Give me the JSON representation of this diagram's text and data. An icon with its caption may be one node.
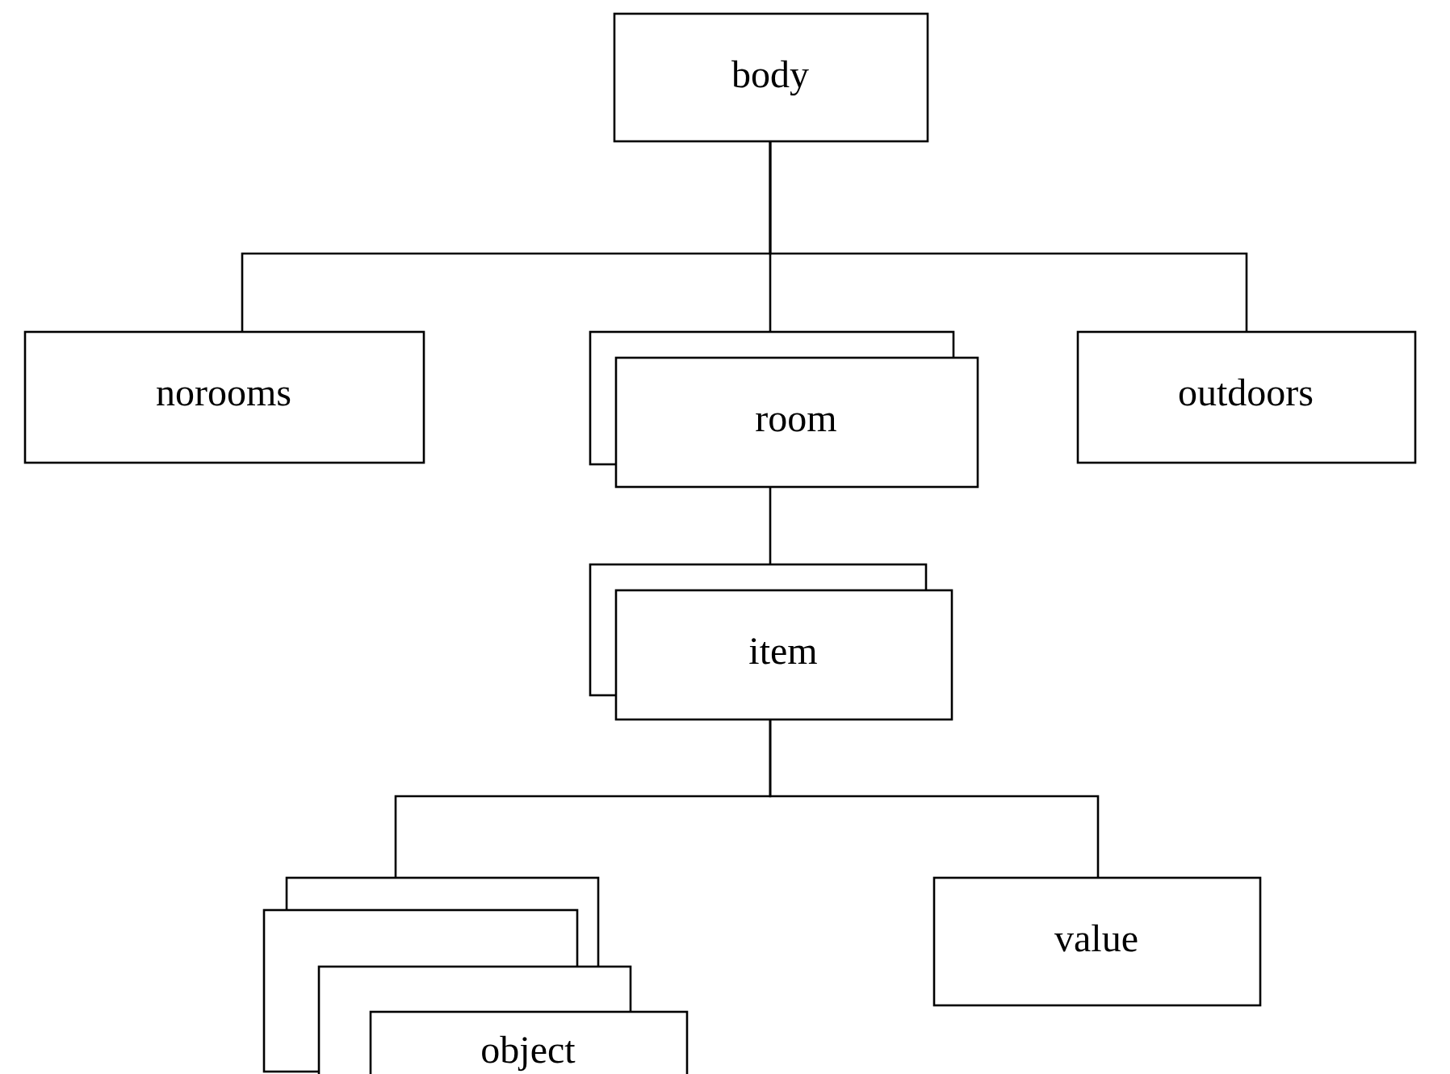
{
  "diagram": {
    "nodes": [
      {
        "text": [
          "body"
        ]
      },
      {
        "text": [
          "norooms"
        ]
      },
      {
        "text": [
          "room"
        ]
      },
      {
        "text": [
          "outdoors"
        ]
      },
      {
        "text": [
          "item"
        ]
      },
      {
        "text": [
          "object"
        ]
      },
      {
        "text": [
          "value"
        ]
      }
    ],
    "edges": [
      {
        "from": 0,
        "to": 1,
        "arrow": "none"
      },
      {
        "from": 0,
        "to": 2,
        "arrow": "none"
      },
      {
        "from": 0,
        "to": 3,
        "arrow": "none"
      },
      {
        "from": 2,
        "to": 4,
        "arrow": "none"
      },
      {
        "from": 4,
        "to": 5,
        "arrow": "none"
      },
      {
        "from": 4,
        "to": 6,
        "arrow": "none"
      }
    ]
  }
}
